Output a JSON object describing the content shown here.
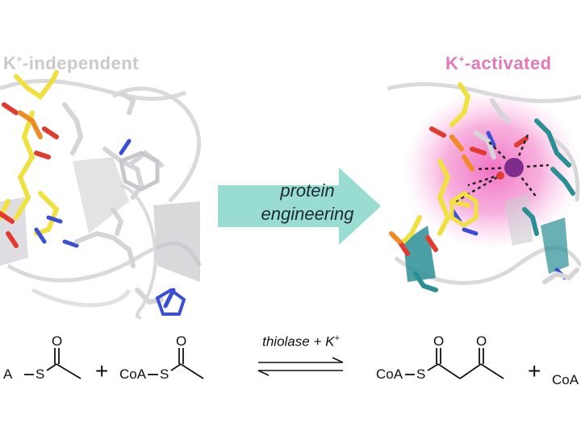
{
  "panels": {
    "left": {
      "title_main": "K",
      "title_sup": "+",
      "title_rest": "-independent",
      "color": "#c9c9cf"
    },
    "right": {
      "title_main": "K",
      "title_sup": "+",
      "title_rest": "-activated",
      "color": "#e27ab8"
    }
  },
  "arrow": {
    "line1": "protein",
    "line2": "engineering",
    "color": "#8ed8cc"
  },
  "reaction": {
    "condition_main": "thiolase + K",
    "condition_sup": "+",
    "reactant1": {
      "coa": "A",
      "s": "S",
      "o": "O"
    },
    "plus1": "+",
    "reactant2": {
      "coa": "CoA",
      "s": "S",
      "o": "O"
    },
    "product1": {
      "coa": "CoA",
      "s": "S",
      "o1": "O",
      "o2": "O"
    },
    "plus2": "+",
    "product2": {
      "coa": "CoA"
    }
  },
  "colors": {
    "carbon_yellow": "#f0e040",
    "oxygen_red": "#e23a2e",
    "nitrogen_blue": "#3a4fd6",
    "phosphorus_orange": "#f08a24",
    "protein_grey": "#d8d8dc",
    "teal_residue": "#2a8f95",
    "potassium_purple": "#7b2e8c",
    "halo_pink": "#f06ac0"
  }
}
